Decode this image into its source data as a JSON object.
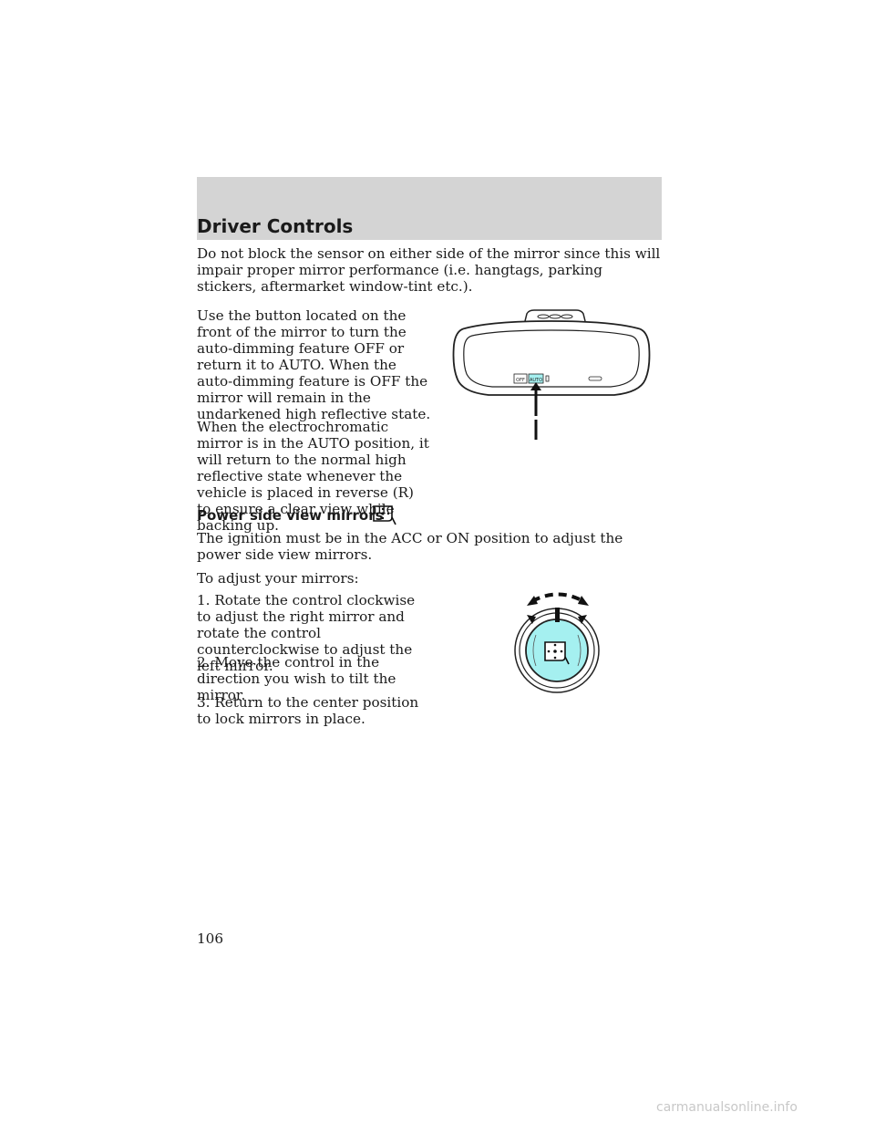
{
  "header": {
    "title": "Driver Controls"
  },
  "paragraphs": {
    "p1": "Do not block the sensor on either side of the mirror since this will impair proper mirror performance (i.e. hangtags, parking stickers, aftermarket window-tint etc.).",
    "p2": "Use the button located on the front of the mirror to turn the auto-dimming feature OFF or return it to AUTO. When the auto-dimming feature is OFF the mirror will remain in the undarkened high reflective state.",
    "p3": "When the electrochromatic mirror is in the AUTO position, it will return to the normal high reflective state whenever the vehicle is placed in reverse (R) to ensure a clear view while backing up."
  },
  "subhead": "Power side view mirrors",
  "paragraphs2": {
    "p4": "The ignition must be in the ACC or ON position to adjust the power side view mirrors.",
    "p5": "To adjust your mirrors:",
    "step1": "1. Rotate the control clockwise to adjust the right mirror and rotate the control counterclockwise to adjust the left mirror.",
    "step2": "2. Move the control in the direction you wish to tilt the mirror.",
    "step3": "3. Return to the center position to lock mirrors in place."
  },
  "mirror_figure": {
    "off_label": "OFF",
    "auto_label": "AUTO"
  },
  "page_number": "106",
  "footer": "carmanualsonline.info",
  "colors": {
    "header_band": "#d4d4d4",
    "control_knob": "#a5f0f0"
  }
}
